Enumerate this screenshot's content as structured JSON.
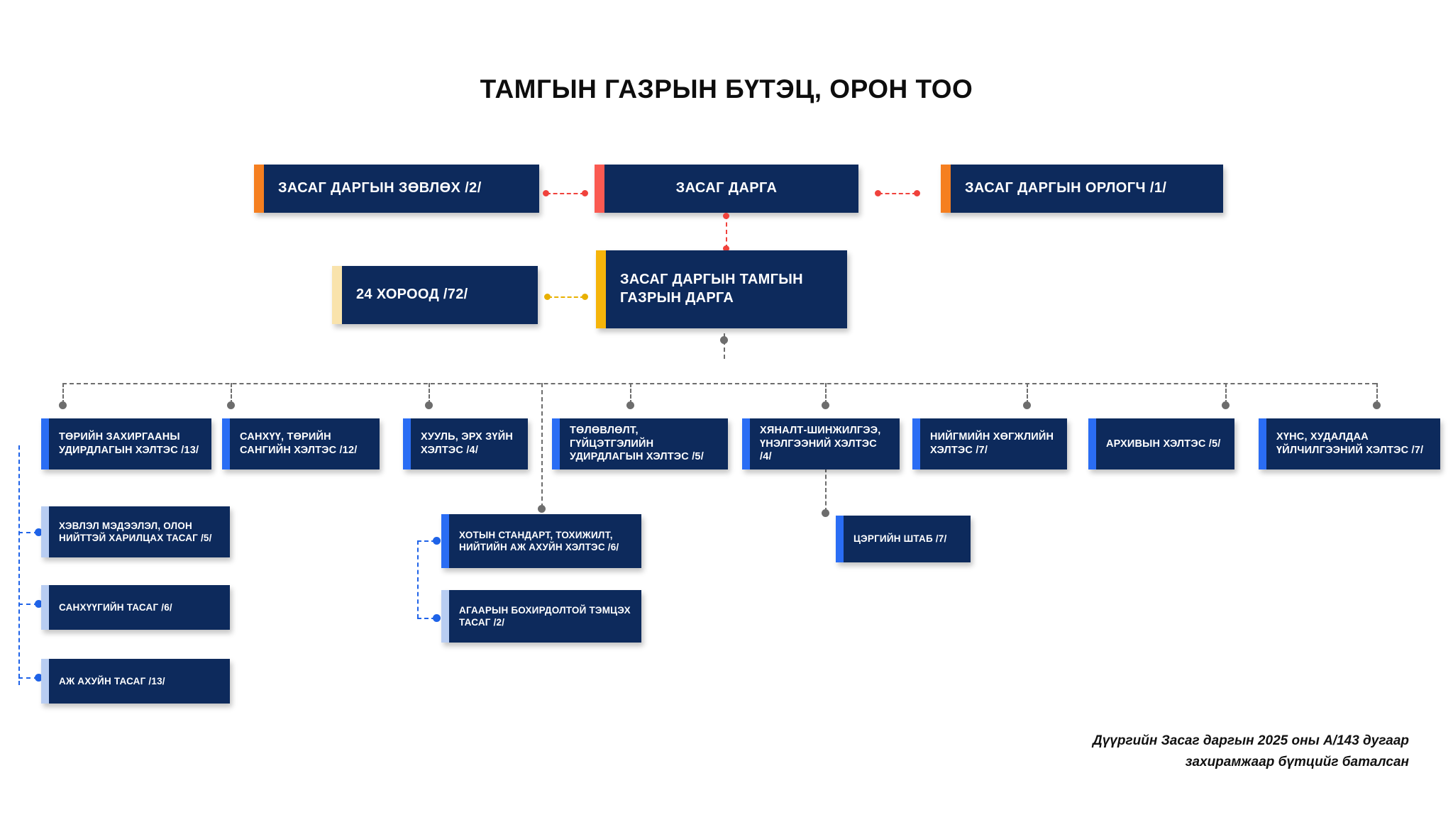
{
  "title": "ТАМГЫН ГАЗРЫН БҮТЭЦ, ОРОН ТОО",
  "colors": {
    "box_fill": "#0d2a5c",
    "accent_orange": "#f57f20",
    "accent_red": "#fa5a52",
    "accent_amber": "#f5b40a",
    "accent_cream": "#f9e3ac",
    "accent_blue": "#2a6df4",
    "accent_lightblue": "#b8cdf2",
    "connector_red": "#f0423c",
    "connector_gold": "#e8b000",
    "connector_gray": "#6d6d6d",
    "connector_blue": "#1f63e8",
    "text": "#ffffff"
  },
  "tier1": {
    "advisor": {
      "label": "ЗАСАГ ДАРГЫН ЗӨВЛӨХ /2/",
      "accent": "accent_orange"
    },
    "governor": {
      "label": "ЗАСАГ ДАРГА",
      "accent": "accent_red"
    },
    "deputy": {
      "label": "ЗАСАГ ДАРГЫН ОРЛОГЧ /1/",
      "accent": "accent_orange"
    }
  },
  "tier2": {
    "khoroos": {
      "label": "24 ХОРООД /72/",
      "accent": "accent_cream"
    },
    "chief": {
      "label": "ЗАСАГ ДАРГЫН ТАМГЫН ГАЗРЫН ДАРГА",
      "accent": "accent_amber"
    }
  },
  "departments": [
    {
      "label": "ТӨРИЙН ЗАХИРГААНЫ УДИРДЛАГЫН ХЭЛТЭС /13/",
      "count": 13
    },
    {
      "label": "САНХҮҮ, ТӨРИЙН САНГИЙН ХЭЛТЭС /12/",
      "count": 12
    },
    {
      "label": "ХУУЛЬ, ЭРХ ЗҮЙН ХЭЛТЭС /4/",
      "count": 4
    },
    {
      "label": "ТӨЛӨВЛӨЛТ, ГҮЙЦЭТГЭЛИЙН УДИРДЛАГЫН ХЭЛТЭС /5/",
      "count": 5
    },
    {
      "label": "ХЯНАЛТ-ШИНЖИЛГЭЭ, ҮНЭЛГЭЭНИЙ ХЭЛТЭС /4/",
      "count": 4
    },
    {
      "label": "НИЙГМИЙН ХӨГЖЛИЙН ХЭЛТЭС /7/",
      "count": 7
    },
    {
      "label": "АРХИВЫН ХЭЛТЭС /5/",
      "count": 5
    },
    {
      "label": "ХҮНС, ХУДАЛДАА ҮЙЛЧИЛГЭЭНИЙ ХЭЛТЭС /7/",
      "count": 7
    }
  ],
  "sub_left": [
    {
      "label": "ХЭВЛЭЛ МЭДЭЭЛЭЛ, ОЛОН НИЙТТЭЙ ХАРИЛЦАХ ТАСАГ /5/",
      "count": 5,
      "accent": "accent_lightblue"
    },
    {
      "label": "САНХҮҮГИЙН ТАСАГ /6/",
      "count": 6,
      "accent": "accent_lightblue"
    },
    {
      "label": "АЖ АХУЙН ТАСАГ /13/",
      "count": 13,
      "accent": "accent_lightblue"
    }
  ],
  "sub_mid": [
    {
      "label": "ХОТЫН СТАНДАРТ, ТОХИЖИЛТ, НИЙТИЙН АЖ АХУЙН ХЭЛТЭС /6/",
      "count": 6,
      "accent": "accent_blue"
    },
    {
      "label": "АГААРЫН БОХИРДОЛТОЙ ТЭМЦЭХ ТАСАГ /2/",
      "count": 2,
      "accent": "accent_lightblue"
    }
  ],
  "sub_right": [
    {
      "label": "ЦЭРГИЙН ШТАБ /7/",
      "count": 7,
      "accent": "accent_blue"
    }
  ],
  "footer": {
    "line1": "Дүүргийн Засаг даргын 2025 оны А/143 дугаар",
    "line2": "захирамжаар бүтцийг баталсан"
  }
}
